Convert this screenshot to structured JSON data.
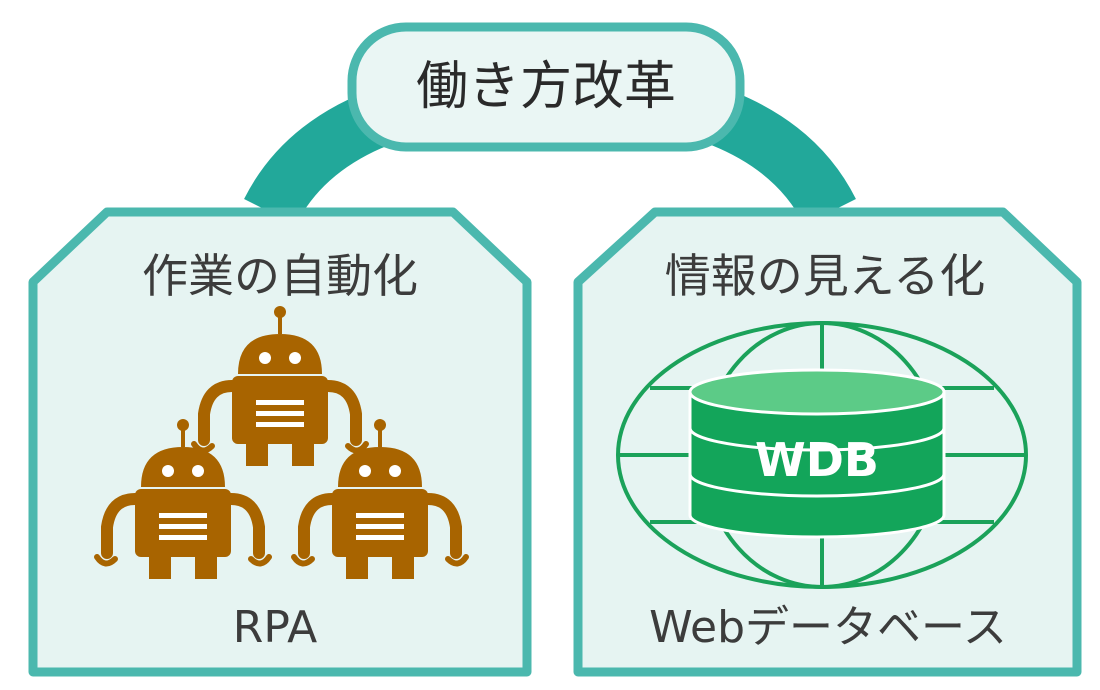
{
  "title": "働き方改革",
  "panels": [
    {
      "heading": "作業の自動化",
      "caption": "RPA",
      "illustration_icon": "robot-icon"
    },
    {
      "heading": "情報の見える化",
      "caption": "Webデータベース",
      "illustration_icon": "globe-database-icon",
      "db_label": "WDB"
    }
  ],
  "colors": {
    "teal_border": "#4BB8AE",
    "teal_arch": "#22A89A",
    "panel_fill": "#E6F4F2",
    "title_fill": "#EAF6F4",
    "robot": "#A86400",
    "globe_green": "#1BA25A",
    "db_top": "#5CCB87",
    "db_body": "#13A55A",
    "text": "#3C3C3C"
  }
}
